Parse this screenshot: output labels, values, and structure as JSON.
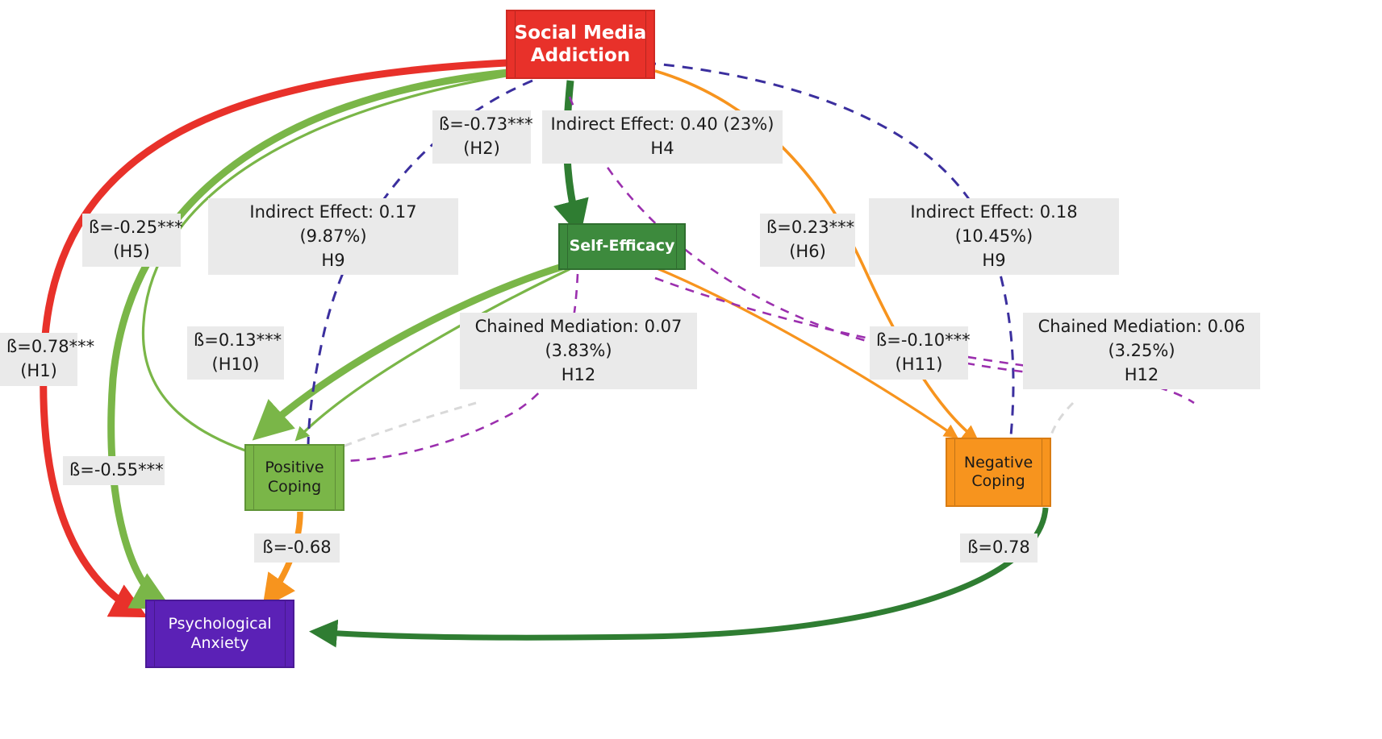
{
  "diagram": {
    "title": "Social Media Addiction structural equation model",
    "background": "#ffffff",
    "colors": {
      "addiction": "#e8312a",
      "self_efficacy": "#3d8a3d",
      "positive_coping": "#7ab648",
      "negative_coping": "#f7941e",
      "anxiety": "#5b21b6",
      "label_bg": "#eaeaea",
      "dashed_blue": "#3b2f9e",
      "dashed_purple": "#9b2fae",
      "dashed_grey": "#cccccc"
    }
  },
  "nodes": [
    {
      "id": "social_media_addiction",
      "label": "Social Media\nAddiction"
    },
    {
      "id": "self_efficacy",
      "label": "Self-Efficacy"
    },
    {
      "id": "positive_coping",
      "label": "Positive\nCoping"
    },
    {
      "id": "negative_coping",
      "label": "Negative\nCoping"
    },
    {
      "id": "psychological_anxiety",
      "label": "Psychological\nAnxiety"
    }
  ],
  "edge_labels": [
    {
      "id": "h1",
      "text": "ß=0.78***\n(H1)"
    },
    {
      "id": "h2",
      "text": "ß=-0.73***\n(H2)"
    },
    {
      "id": "h4",
      "text": "Indirect Effect: 0.40 (23%)\nH4"
    },
    {
      "id": "h5",
      "text": "ß=-0.25***\n(H5)"
    },
    {
      "id": "h6",
      "text": "ß=0.23***\n(H6)"
    },
    {
      "id": "h9_left",
      "text": "Indirect Effect: 0.17\n(9.87%)\nH9"
    },
    {
      "id": "h9_right",
      "text": "Indirect Effect: 0.18\n(10.45%)\nH9"
    },
    {
      "id": "h10",
      "text": "ß=0.13***\n(H10)"
    },
    {
      "id": "h11",
      "text": "ß=-0.10***\n(H11)"
    },
    {
      "id": "h12_left",
      "text": "Chained Mediation: 0.07\n(3.83%)\nH12"
    },
    {
      "id": "h12_right",
      "text": "Chained Mediation: 0.06\n(3.25%)\nH12"
    },
    {
      "id": "sma_to_pa",
      "text": "ß=-0.55***"
    },
    {
      "id": "pc_to_pa",
      "text": "ß=-0.68"
    },
    {
      "id": "nc_to_pa",
      "text": "ß=0.78"
    }
  ],
  "chart_data": {
    "type": "diagram",
    "title": "Mediation model of social media addiction on psychological anxiety",
    "variables": [
      "Social Media Addiction",
      "Self-Efficacy",
      "Positive Coping",
      "Negative Coping",
      "Psychological Anxiety"
    ],
    "paths": [
      {
        "hypothesis": "H1",
        "from": "Social Media Addiction",
        "to": "Psychological Anxiety",
        "beta": 0.78,
        "label": "ß=0.78***",
        "significance": "***",
        "color": "#e8312a"
      },
      {
        "hypothesis": "H2",
        "from": "Social Media Addiction",
        "to": "Self-Efficacy",
        "beta": -0.73,
        "label": "ß=-0.73***",
        "significance": "***",
        "color": "#2f7d32"
      },
      {
        "hypothesis": "H5",
        "from": "Social Media Addiction",
        "to": "Positive Coping",
        "beta": -0.25,
        "label": "ß=-0.25***",
        "significance": "***",
        "color": "#7ab648"
      },
      {
        "hypothesis": "H6",
        "from": "Social Media Addiction",
        "to": "Negative Coping",
        "beta": 0.23,
        "label": "ß=0.23***",
        "significance": "***",
        "color": "#f7941e"
      },
      {
        "hypothesis": "H10",
        "from": "Self-Efficacy",
        "to": "Positive Coping",
        "beta": 0.13,
        "label": "ß=0.13***",
        "significance": "***",
        "color": "#7ab648"
      },
      {
        "hypothesis": "H11",
        "from": "Self-Efficacy",
        "to": "Negative Coping",
        "beta": -0.1,
        "label": "ß=-0.10***",
        "significance": "***",
        "color": "#f7941e"
      },
      {
        "hypothesis": "",
        "from": "Social Media Addiction",
        "to": "Psychological Anxiety",
        "beta": -0.55,
        "label": "ß=-0.55***",
        "significance": "***",
        "color": "#7ab648"
      },
      {
        "hypothesis": "",
        "from": "Positive Coping",
        "to": "Psychological Anxiety",
        "beta": -0.68,
        "label": "ß=-0.68",
        "significance": "",
        "color": "#f7941e"
      },
      {
        "hypothesis": "",
        "from": "Negative Coping",
        "to": "Psychological Anxiety",
        "beta": 0.78,
        "label": "ß=0.78",
        "significance": "",
        "color": "#2f7d32"
      }
    ],
    "effects": [
      {
        "hypothesis": "H4",
        "type": "indirect",
        "value": 0.4,
        "percent": "23%",
        "label": "Indirect Effect: 0.40 (23%)"
      },
      {
        "hypothesis": "H9",
        "type": "indirect",
        "value": 0.17,
        "percent": "9.87%",
        "label": "Indirect Effect: 0.17 (9.87%)"
      },
      {
        "hypothesis": "H9",
        "type": "indirect",
        "value": 0.18,
        "percent": "10.45%",
        "label": "Indirect Effect: 0.18 (10.45%)"
      },
      {
        "hypothesis": "H12",
        "type": "chained",
        "value": 0.07,
        "percent": "3.83%",
        "label": "Chained Mediation: 0.07 (3.83%)"
      },
      {
        "hypothesis": "H12",
        "type": "chained",
        "value": 0.06,
        "percent": "3.25%",
        "label": "Chained Mediation: 0.06 (3.25%)"
      }
    ]
  }
}
